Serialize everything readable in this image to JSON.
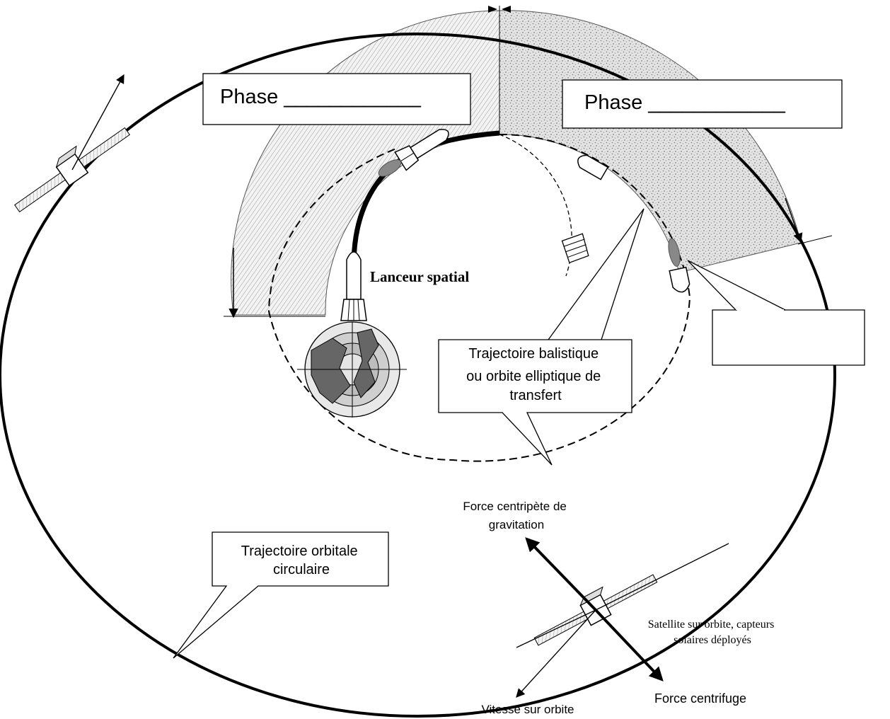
{
  "labels": {
    "phase_left": "Phase ____________",
    "phase_right": "Phase ____________",
    "launcher": "Lanceur spatial",
    "ballistic_line1": "Trajectoire balistique",
    "ballistic_line2": "ou orbite elliptique de",
    "ballistic_line3": "transfert",
    "circular_line1": "Trajectoire orbitale",
    "circular_line2": "circulaire",
    "centripetal_line1": "Force centripète de",
    "centripetal_line2": "gravitation",
    "satellite_line1": "Satellite sur orbite, capteurs",
    "satellite_line2": "solaires déployés",
    "centrifugal": "Force centrifuge",
    "velocity": "Vitesse sur orbite",
    "empty_box": ""
  },
  "icons": [
    "earth-icon",
    "rocket-icon",
    "satellite-icon",
    "fairing-icon",
    "stage-icon"
  ]
}
